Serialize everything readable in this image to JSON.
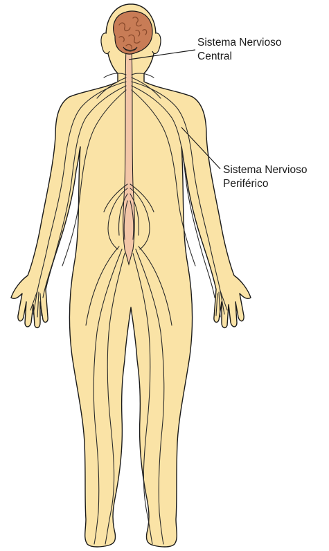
{
  "labels": {
    "central_line1": "Sistema Nervioso",
    "central_line2": "Central",
    "peripheral_line1": "Sistema Nervioso",
    "peripheral_line2": "Periférico"
  },
  "colors": {
    "skin": "#fae3a6",
    "outline": "#1a1a1a",
    "brain": "#c87c56",
    "brain_fold": "#8a4a2c",
    "spinal_cord": "#f3c6a8",
    "nerve": "#2b2b2b"
  }
}
